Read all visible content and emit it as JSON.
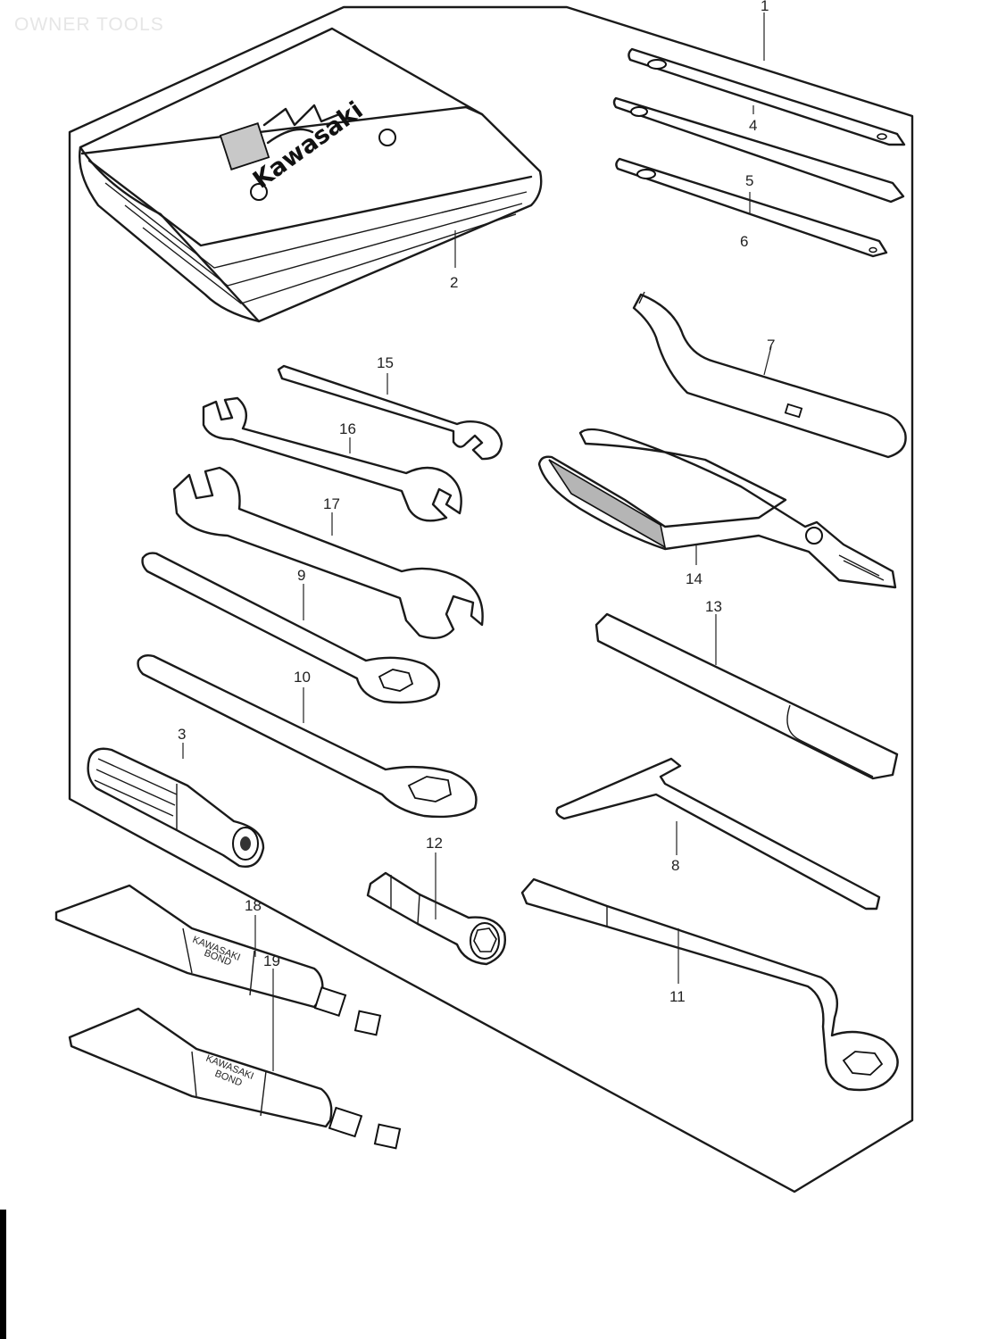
{
  "header": {
    "title": "OWNER TOOLS"
  },
  "tool_bag": {
    "logo_text": "Kawasaki"
  },
  "tubes": {
    "tube_18_label": [
      "KAWASAKI",
      "BOND"
    ],
    "tube_19_label": [
      "KAWASAKI",
      "BOND"
    ]
  },
  "callouts": {
    "c1": "1",
    "c2": "2",
    "c3": "3",
    "c4": "4",
    "c5": "5",
    "c6": "6",
    "c7": "7",
    "c8": "8",
    "c9": "9",
    "c10": "10",
    "c11": "11",
    "c12": "12",
    "c13": "13",
    "c14": "14",
    "c15": "15",
    "c16": "16",
    "c17": "17",
    "c18": "18",
    "c19": "19"
  }
}
